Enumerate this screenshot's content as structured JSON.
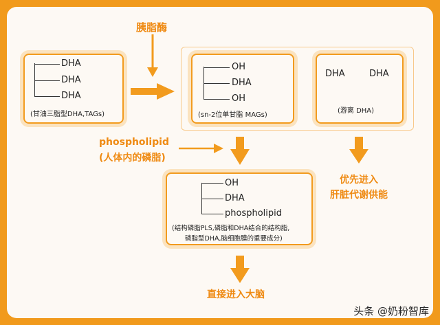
{
  "enzyme_label": "胰脂酶",
  "tag_box": {
    "branches": [
      "DHA",
      "DHA",
      "DHA"
    ],
    "caption": "(甘油三脂型DHA,TAGs)"
  },
  "mag_box": {
    "branches": [
      "OH",
      "DHA",
      "OH"
    ],
    "caption": "(sn-2位单甘脂 MAGs)"
  },
  "free_box": {
    "items": [
      "DHA",
      "DHA"
    ],
    "caption": "(游离 DHA)"
  },
  "phospholipid_label": {
    "line1": "phospholipid",
    "line2": "(人体内的磷脂)"
  },
  "priority_label": {
    "line1": "优先进入",
    "line2": "肝脏代谢供能"
  },
  "pls_box": {
    "branches": [
      "OH",
      "DHA",
      "phospholipid"
    ],
    "caption_line1": "(结构磷脂PLS,磷脂和DHA结合的结构脂,",
    "caption_line2": "磷脂型DHA,脑细胞膜的重要成分)"
  },
  "brain_label": "直接进入大脑",
  "watermark": "头条 @奶粉智库",
  "colors": {
    "frame": "#f19a1c",
    "panel": "#fdf9f4",
    "accent": "#f29b1e",
    "label": "#ef8a12"
  }
}
